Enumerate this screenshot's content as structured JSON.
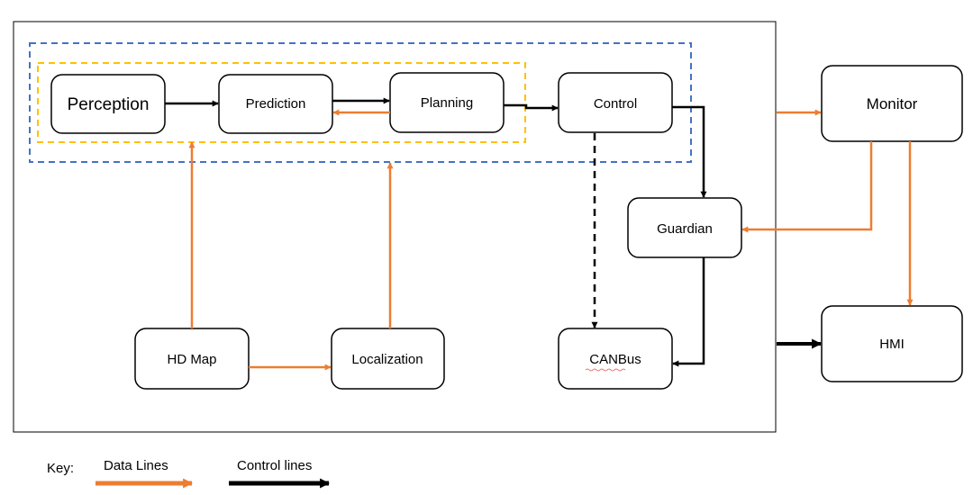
{
  "nodes": {
    "perception": "Perception",
    "prediction": "Prediction",
    "planning": "Planning",
    "control": "Control",
    "monitor": "Monitor",
    "guardian": "Guardian",
    "hd_map": "HD Map",
    "localization": "Localization",
    "canbus": "CANBus",
    "hmi": "HMI"
  },
  "key": {
    "label": "Key:",
    "data_lines": "Data Lines",
    "control_lines": "Control lines"
  },
  "colors": {
    "data_line": "#ED7D31",
    "control_line": "#000000",
    "inner_group_border": "#FFC000",
    "outer_group_border": "#4472C4"
  }
}
